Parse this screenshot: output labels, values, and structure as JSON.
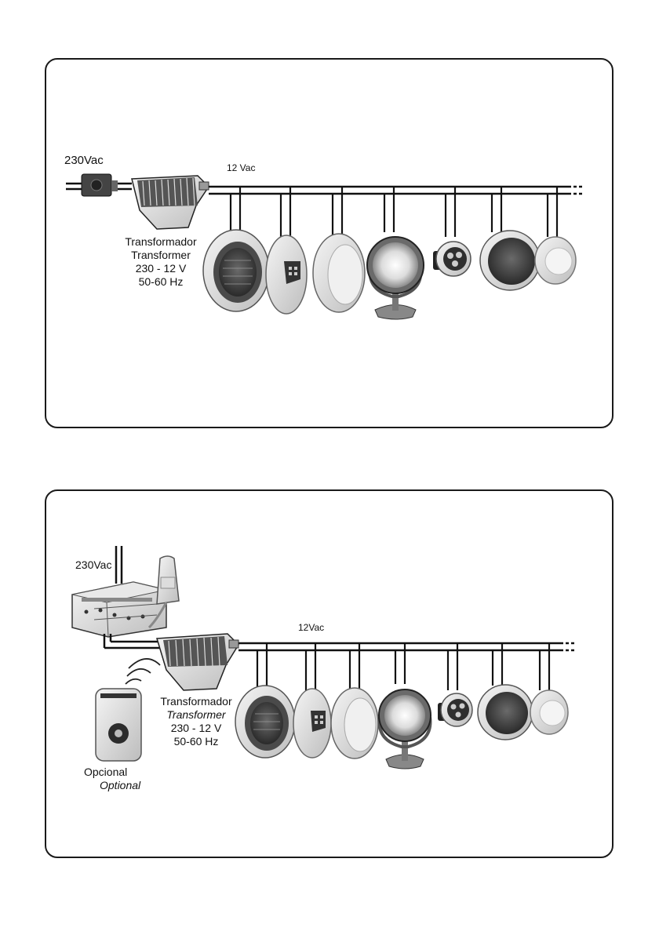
{
  "diagram_1": {
    "input_voltage": "230Vac",
    "bus_voltage": "12 Vac",
    "transformer": {
      "name_es": "Transformador",
      "name_en": "Transformer",
      "rating": "230 - 12 V",
      "frequency": "50-60 Hz"
    }
  },
  "diagram_2": {
    "input_voltage": "230Vac",
    "bus_voltage": "12Vac",
    "transformer": {
      "name_es": "Transformador",
      "name_en": "Transformer",
      "rating": "230 - 12 V",
      "frequency": "50-60 Hz"
    },
    "remote": {
      "label_es": "Opcional",
      "label_en": "Optional"
    }
  },
  "colors": {
    "line": "#111111",
    "device_light": "#e6e6e6",
    "device_dark": "#3a3a3a"
  },
  "icons": [
    "switch-box-icon",
    "transformer-icon",
    "pool-light-icon",
    "controller-icon",
    "receiver-icon",
    "remote-control-icon",
    "radio-waves-icon"
  ]
}
